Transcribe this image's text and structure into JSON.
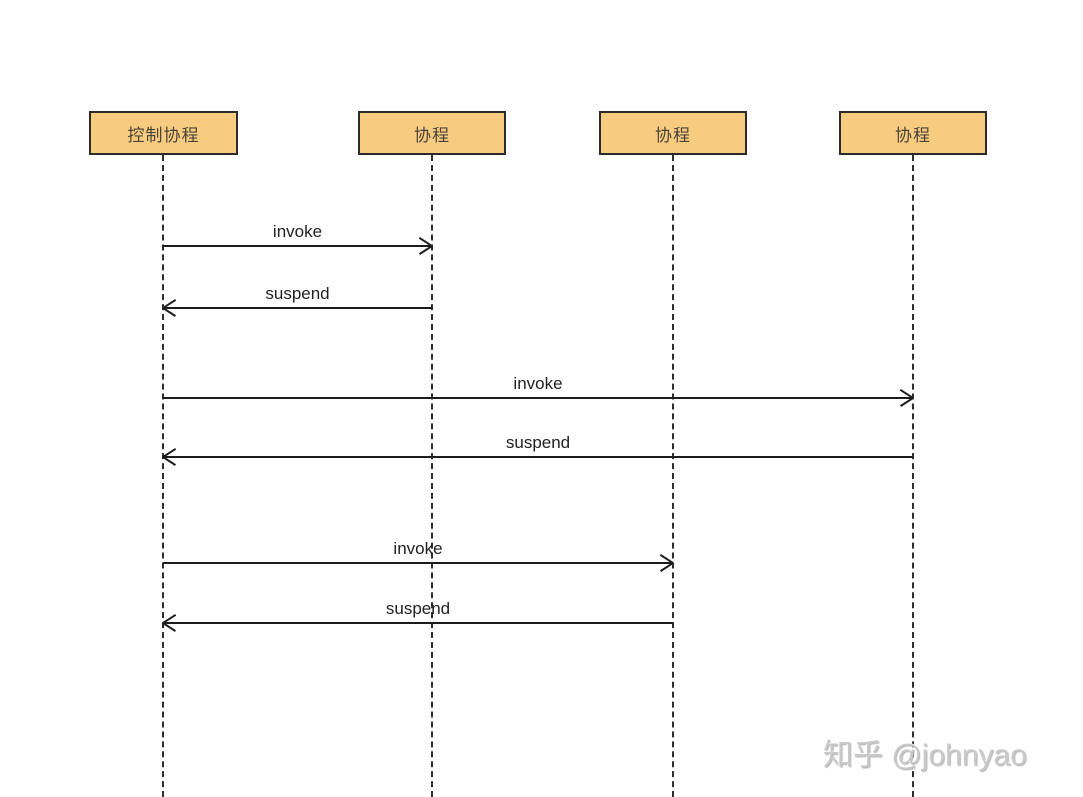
{
  "diagram": {
    "type": "sequence-diagram",
    "lifelines": [
      {
        "label": "控制协程"
      },
      {
        "label": "协程"
      },
      {
        "label": "协程"
      },
      {
        "label": "协程"
      }
    ],
    "messages": [
      {
        "label": "invoke",
        "from": 0,
        "to": 1,
        "direction": "right"
      },
      {
        "label": "suspend",
        "from": 1,
        "to": 0,
        "direction": "left"
      },
      {
        "label": "invoke",
        "from": 0,
        "to": 3,
        "direction": "right"
      },
      {
        "label": "suspend",
        "from": 3,
        "to": 0,
        "direction": "left"
      },
      {
        "label": "invoke",
        "from": 0,
        "to": 2,
        "direction": "right"
      },
      {
        "label": "suspend",
        "from": 2,
        "to": 0,
        "direction": "left"
      }
    ],
    "colors": {
      "actor_fill": "#F8CC80",
      "actor_border": "#2B2B2B",
      "line": "#1C1C1C",
      "background": "#FFFFFF",
      "watermark": "#C9C9C9"
    }
  },
  "watermark": {
    "text": "知乎 @johnyao"
  }
}
